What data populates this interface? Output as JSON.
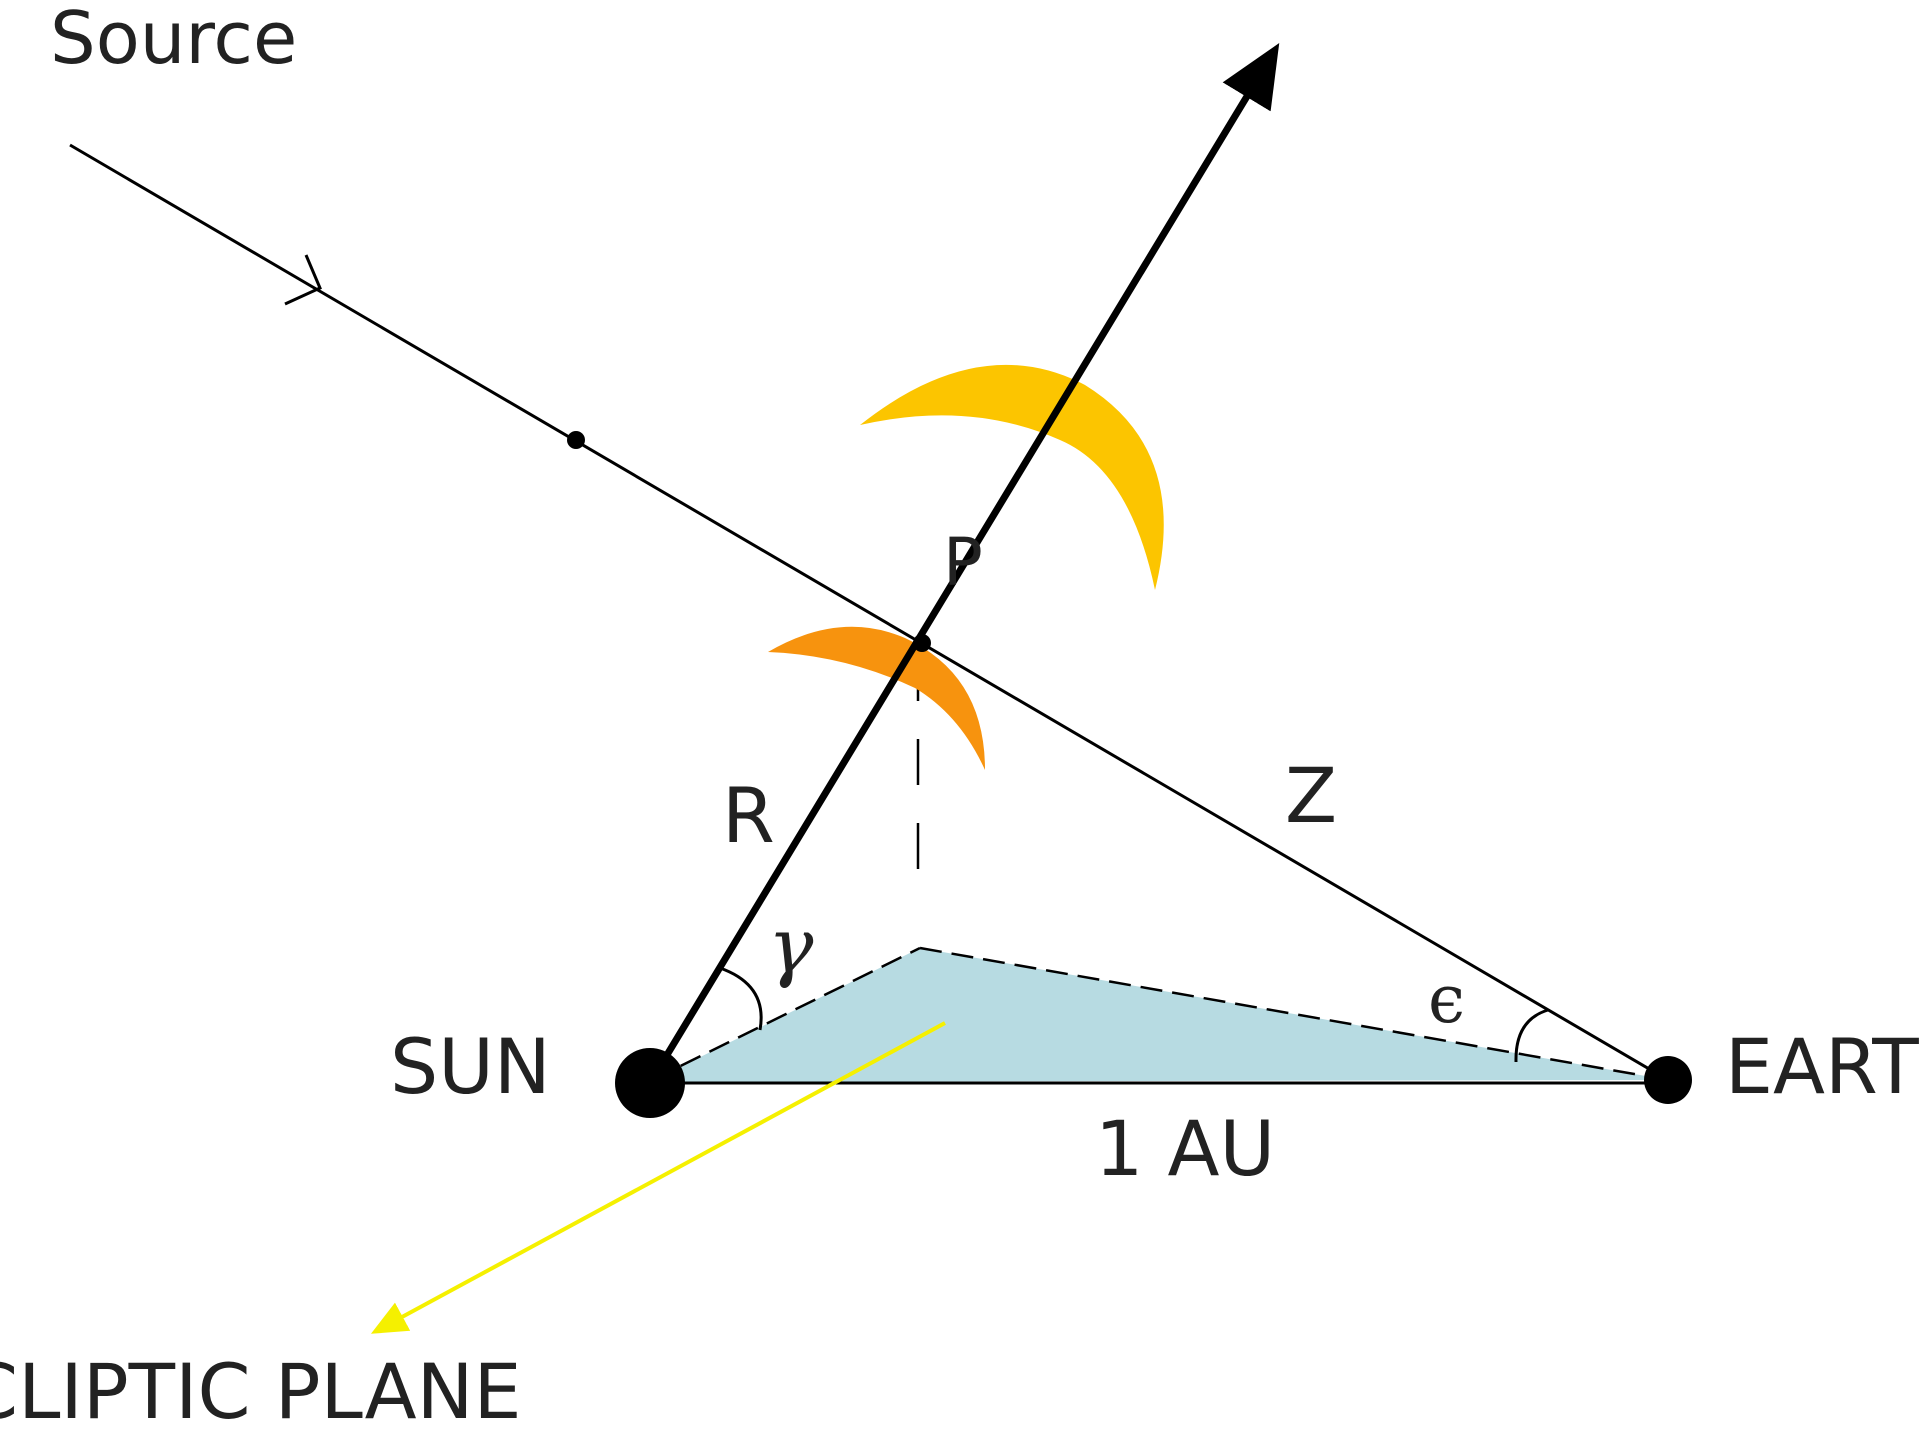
{
  "labels": {
    "source": "Source",
    "sun": "SUN",
    "earth": "EART",
    "plane": "CLIPTIC  PLANE",
    "au": "1  AU",
    "r": "R",
    "z": "Z",
    "p": "P",
    "gamma": "γ",
    "epsilon": "ϵ"
  },
  "colors": {
    "line": "#000000",
    "plane_fill": "#b7dbe2",
    "outer_crescent": "#fcc500",
    "inner_crescent": "#f7930e",
    "pointer": "#f5f000"
  }
}
